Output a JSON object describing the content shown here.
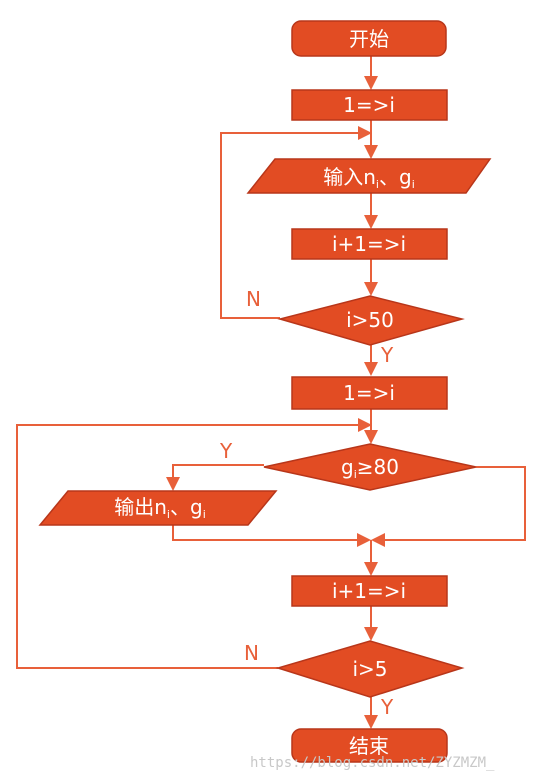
{
  "flowchart": {
    "start": "开始",
    "init1": "1=>i",
    "input": {
      "text": "输入n",
      "sub": "i",
      "mid": "、g",
      "sub2": "i"
    },
    "inc1": "i+1=>i",
    "cond1": "i>50",
    "init2": "1=>i",
    "cond2": {
      "text": "g",
      "sub": "i",
      "rest": "≥80"
    },
    "output": {
      "text": "输出n",
      "sub": "i",
      "mid": "、g",
      "sub2": "i"
    },
    "inc2": "i+1=>i",
    "cond3": "i>5",
    "end": "结束",
    "branches": {
      "cond1_no": "N",
      "cond1_yes": "Y",
      "cond2_yes": "Y",
      "cond3_no": "N",
      "cond3_yes": "Y"
    }
  },
  "watermark": "https://blog.csdn.net/ZYZMZM_"
}
